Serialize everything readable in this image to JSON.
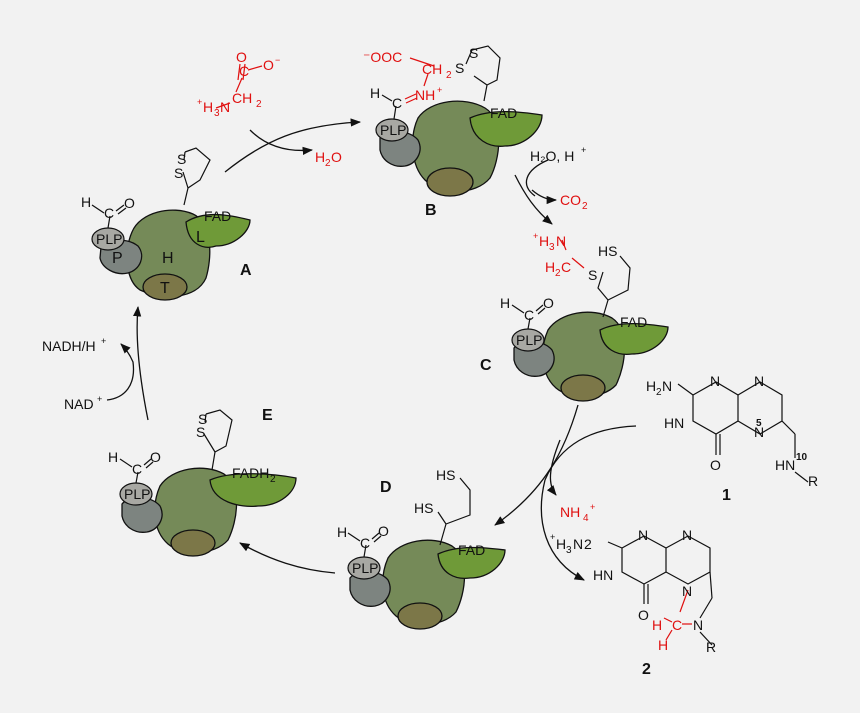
{
  "colors": {
    "background": "#f2f2f2",
    "h_protein": "#758a58",
    "l_protein": "#6f9a38",
    "t_protein": "#7c7748",
    "p_protein": "#7d8480",
    "plp_circle": "#a8a8a3",
    "red_species": "#e01010",
    "stroke": "#111111"
  },
  "complexes": {
    "A": {
      "label": "A",
      "plp": "PLP",
      "p": "P",
      "h": "H",
      "t": "T",
      "l": "L",
      "fad": "FAD",
      "aldehyde_h": "H",
      "aldehyde_c": "C",
      "aldehyde_o": "O",
      "s1": "S",
      "s2": "S"
    },
    "B": {
      "label": "B",
      "plp": "PLP",
      "fad": "FAD",
      "imine_h": "H",
      "imine_c": "C",
      "nh": "NH",
      "nh_charge": "+",
      "ooc": "⁻OOC",
      "ch2": "CH",
      "ch2_sub": "2",
      "s1": "S",
      "s2": "S"
    },
    "C": {
      "label": "C",
      "plp": "PLP",
      "fad": "FAD",
      "aldehyde_h": "H",
      "aldehyde_c": "C",
      "aldehyde_o": "O",
      "hs": "HS",
      "s": "S",
      "h3n": "H",
      "h3n_sub": "3",
      "h3n_n": "N",
      "h3n_charge": "+",
      "h2c": "H",
      "h2c_sub": "2",
      "h2c_c": "C"
    },
    "D": {
      "label": "D",
      "plp": "PLP",
      "fad": "FAD",
      "aldehyde_h": "H",
      "aldehyde_c": "C",
      "aldehyde_o": "O",
      "hs1": "HS",
      "hs2": "HS"
    },
    "E": {
      "label": "E",
      "plp": "PLP",
      "fadh": "FADH",
      "fadh_sub": "2",
      "aldehyde_h": "H",
      "aldehyde_c": "C",
      "aldehyde_o": "O",
      "s1": "S",
      "s2": "S"
    }
  },
  "glycine": {
    "o": "O",
    "o_minus": "O",
    "o_minus_charge": "−",
    "c": "C",
    "ch2": "CH",
    "ch2_sub": "2",
    "h3n": "H",
    "h3n_sub": "3",
    "h3n_n": "N",
    "h3n_charge": "+"
  },
  "reagents": {
    "h2o_out": {
      "h": "H",
      "sub": "2",
      "o": "O"
    },
    "h2o_h_in": "H₂O, H",
    "h2o_h_charge": "+",
    "co2": {
      "c": "CO",
      "sub": "2"
    },
    "nh4": {
      "n": "NH",
      "sub": "4",
      "charge": "+"
    },
    "nadh": "NADH/H",
    "nadh_charge": "+",
    "nad": "NAD",
    "nad_charge": "+"
  },
  "thf": {
    "label": "1",
    "h2n": "H",
    "h2n_sub": "2",
    "h2n_n": "N",
    "n1": "N",
    "n2": "N",
    "hn": "HN",
    "o": "O",
    "n5": "N",
    "n5_num": "5",
    "hn10": "HN",
    "n10_num": "10",
    "r": "R"
  },
  "mthf": {
    "label": "2",
    "h3n": "H",
    "h3n_plus": "+",
    "h3n_sub": "3",
    "h3n_n": "N",
    "n1": "N",
    "n2": "N",
    "hn": "HN",
    "o": "O",
    "n_ring": "N",
    "n_bottom": "N",
    "r": "R",
    "h_red": "H",
    "c_red": "C",
    "h2_red": "H"
  }
}
